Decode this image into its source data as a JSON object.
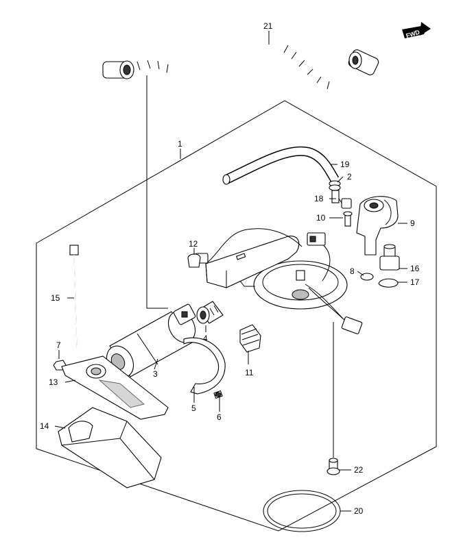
{
  "direction_badge": "FWD",
  "callouts": {
    "c1": "1",
    "c2": "2",
    "c3": "3",
    "c4": "4",
    "c5": "5",
    "c6": "6",
    "c7": "7",
    "c8": "8",
    "c9": "9",
    "c10": "10",
    "c11": "11",
    "c12": "12",
    "c13": "13",
    "c14": "14",
    "c15": "15",
    "c16": "16",
    "c17": "17",
    "c18": "18",
    "c19": "19",
    "c20": "20",
    "c21": "21",
    "c22": "22"
  }
}
